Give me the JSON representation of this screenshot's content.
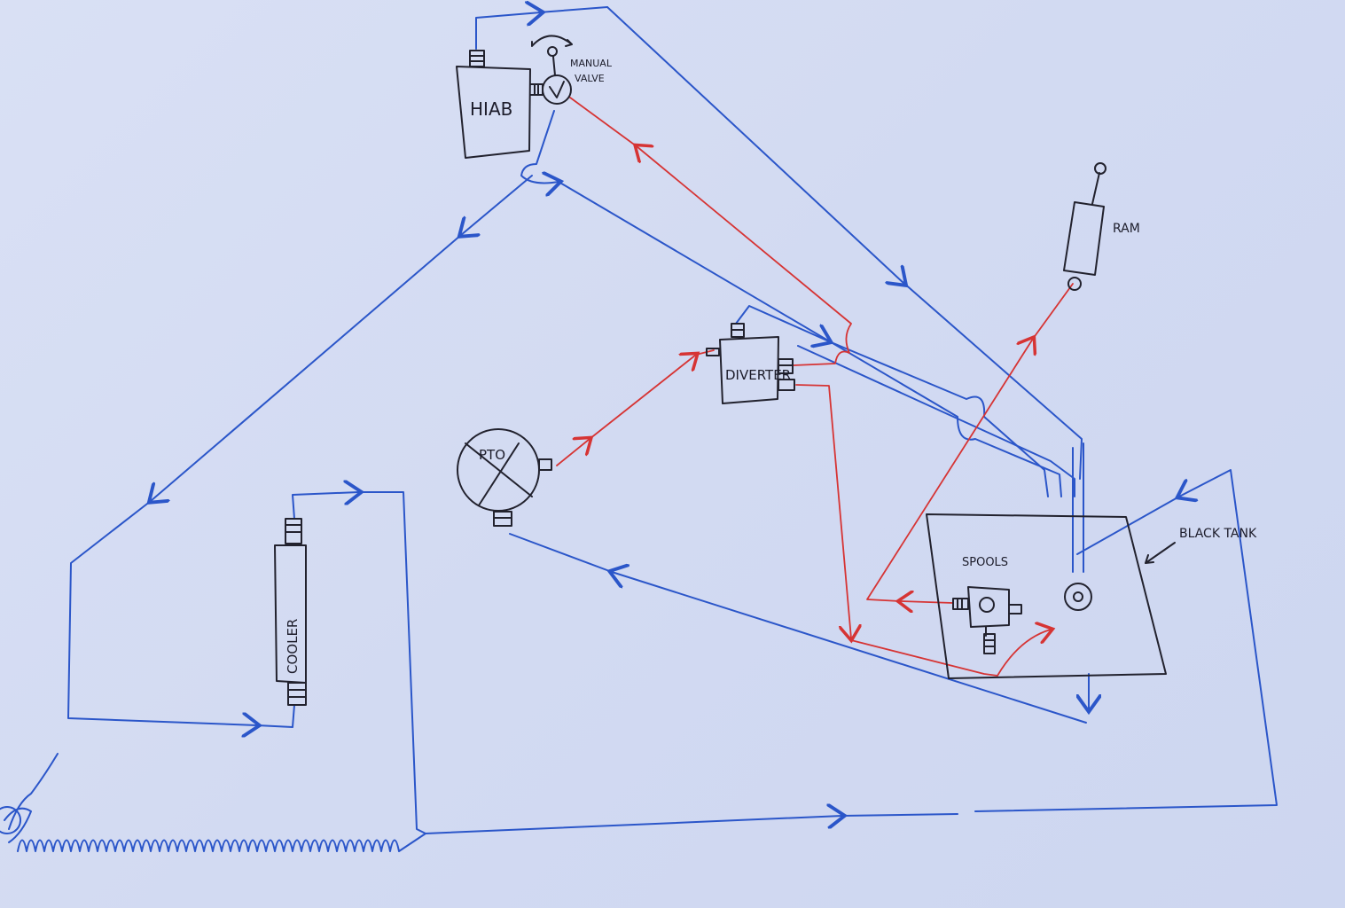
{
  "diagram": {
    "title": "Hydraulic circuit sketch",
    "labels": {
      "hiab": "HIAB",
      "manual_valve_1": "MANUAL",
      "manual_valve_2": "VALVE",
      "ram": "RAM",
      "diverter": "DIVERTER",
      "pto": "PTO",
      "cooler": "COOLER",
      "spools": "SPOOLS",
      "tank": "BLACK TANK"
    },
    "colors": {
      "return_line": "#2b56c9",
      "pressure_line": "#d63434",
      "component": "#22222e",
      "paper": "#d5dcf2"
    }
  }
}
